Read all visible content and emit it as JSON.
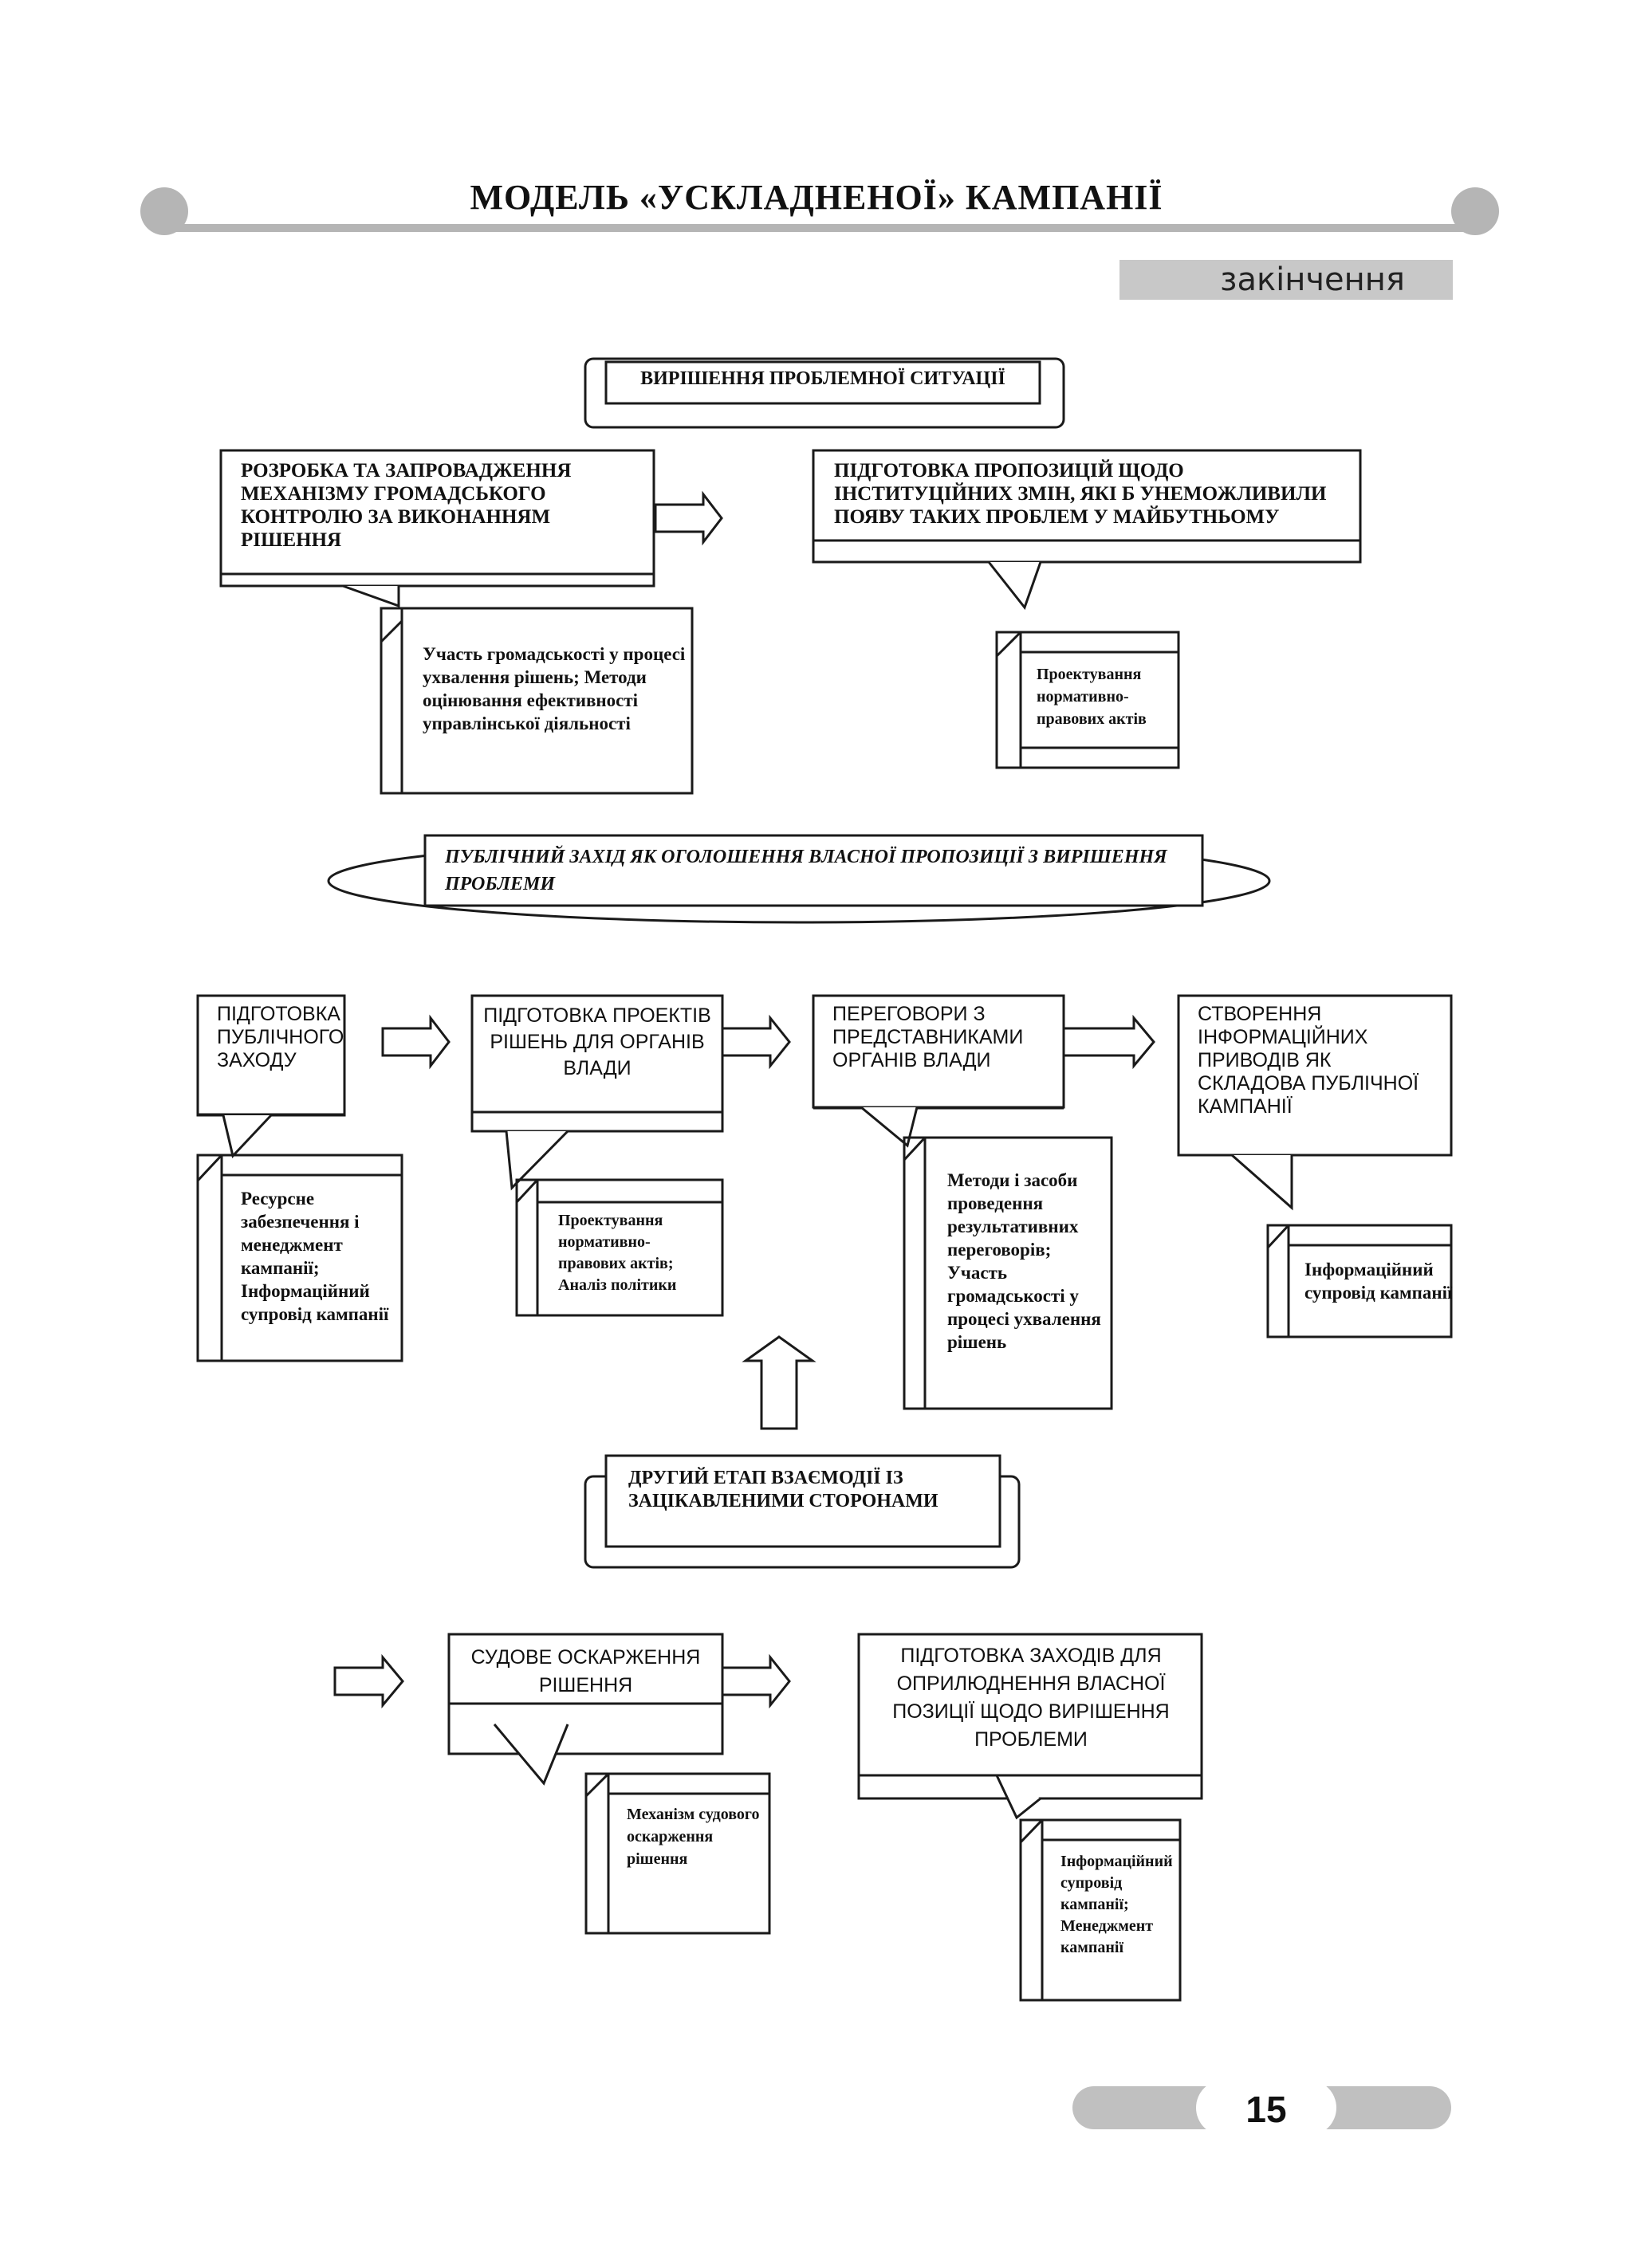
{
  "page": {
    "title": "МОДЕЛЬ «УСКЛАДНЕНОЇ» КАМПАНІЇ",
    "subtitle": "закінчення",
    "page_number": "15"
  },
  "diagram": {
    "resolution_heading": "ВИРІШЕННЯ ПРОБЛЕМНОЇ СИТУАЦІЇ",
    "control_mechanism": "РОЗРОБКА ТА ЗАПРОВАДЖЕННЯ МЕХАНІЗМУ ГРОМАДСЬКОГО КОНТРОЛЮ ЗА ВИКОНАННЯМ РІШЕННЯ",
    "institutional_changes": "ПІДГОТОВКА ПРОПОЗИЦІЙ ЩОДО ІНСТИТУЦІЙНИХ ЗМІН, ЯКІ Б УНЕМОЖЛИВИЛИ ПОЯВУ ТАКИХ ПРОБЛЕМ У МАЙБУТНЬОМУ",
    "note_participation": "Участь громадськості у процесі ухвалення рішень; Методи оцінювання ефективності управлінської діяльності",
    "note_drafting_acts": "Проектування нормативно-правових актів",
    "public_event": "ПУБЛІЧНИЙ ЗАХІД ЯК ОГОЛОШЕННЯ ВЛАСНОЇ ПРОПОЗИЦІЇ З ВИРІШЕННЯ ПРОБЛЕМИ",
    "prep_public_event": "ПІДГОТОВКА ПУБЛІЧНОГО ЗАХОДУ",
    "prep_draft_decisions": "ПІДГОТОВКА ПРОЕКТІВ РІШЕНЬ ДЛЯ ОРГАНІВ ВЛАДИ",
    "negotiations": "ПЕРЕГОВОРИ З ПРЕДСТАВНИКАМИ ОРГАНІВ ВЛАДИ",
    "info_drivers": "СТВОРЕННЯ ІНФОРМАЦІЙНИХ ПРИВОДІВ ЯК СКЛАДОВА ПУБЛІЧНОЇ КАМПАНІЇ",
    "note_resources": "Ресурсне забезпечення і менеджмент кампанії; Інформаційний супровід кампанії",
    "note_acts_policy": "Проектування нормативно-правових актів; Аналіз політики",
    "note_negotiation_methods": "Методи і засоби проведення результативних переговорів; Участь громадськості у процесі ухвалення рішень",
    "note_info_support": "Інформаційний супровід кампанії",
    "second_stage": "ДРУГИЙ ЕТАП ВЗАЄМОДІЇ ІЗ ЗАЦІКАВЛЕНИМИ СТОРОНАМИ",
    "court_appeal": "СУДОВЕ ОСКАРЖЕННЯ РІШЕННЯ",
    "prep_publicize": "ПІДГОТОВКА ЗАХОДІВ ДЛЯ ОПРИЛЮДНЕННЯ ВЛАСНОЇ ПОЗИЦІЇ ЩОДО ВИРІШЕННЯ ПРОБЛЕМИ",
    "note_court_mechanism": "Механізм судового оскарження рішення",
    "note_info_mgmt": "Інформаційний супровід кампанії; Менеджмент кампанії"
  }
}
